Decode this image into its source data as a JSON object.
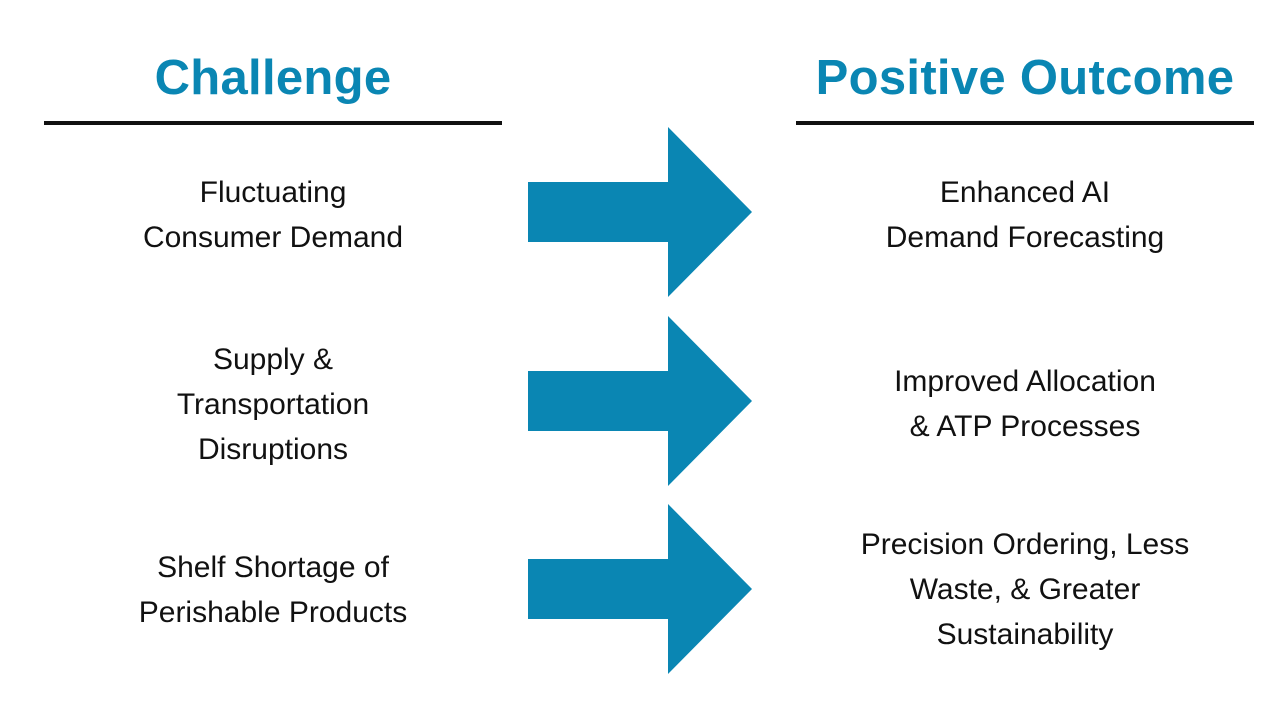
{
  "headings": {
    "challenge": "Challenge",
    "outcome": "Positive Outcome"
  },
  "rows": [
    {
      "challenge": "Fluctuating\nConsumer Demand",
      "outcome": "Enhanced AI\nDemand Forecasting"
    },
    {
      "challenge": "Supply &\nTransportation\nDisruptions",
      "outcome": "Improved Allocation\n& ATP Processes"
    },
    {
      "challenge": "Shelf Shortage of\nPerishable Products",
      "outcome": "Precision Ordering, Less\nWaste, & Greater\nSustainability"
    }
  ],
  "colors": {
    "accent": "#0a86b3",
    "rule": "#111111",
    "text": "#111111"
  },
  "icons": {
    "arrow": "right-arrow-icon"
  }
}
